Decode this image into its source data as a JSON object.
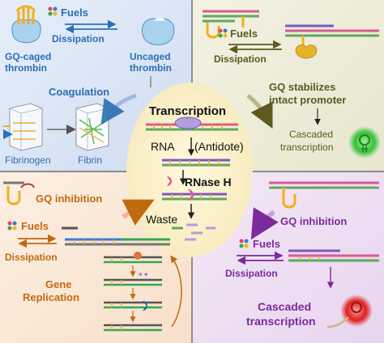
{
  "quadrants": {
    "top_left": {
      "fuels": "Fuels",
      "dissipation": "Dissipation",
      "caged_line1": "GQ-caged",
      "caged_line2": "thrombin",
      "uncaged_line1": "Uncaged",
      "uncaged_line2": "thrombin",
      "coagulation": "Coagulation",
      "fibrinogen": "Fibrinogen",
      "fibrin": "Fibrin"
    },
    "top_right": {
      "fuels": "Fuels",
      "dissipation": "Dissipation",
      "stabilizes_line1": "GQ stabilizes",
      "stabilizes_line2": "intact promoter",
      "cascaded_line1": "Cascaded",
      "cascaded_line2": "transcription"
    },
    "bottom_left": {
      "inhibition": "GQ inhibition",
      "fuels": "Fuels",
      "dissipation": "Dissipation",
      "gene_line1": "Gene",
      "gene_line2": "Replication"
    },
    "bottom_right": {
      "inhibition": "GQ inhibition",
      "fuels": "Fuels",
      "dissipation": "Dissipation",
      "cascaded_line1": "Cascaded",
      "cascaded_line2": "transcription"
    }
  },
  "center": {
    "transcription": "Transcription",
    "rna": "RNA",
    "antidote": "(Antidote)",
    "rnase": "RNase H",
    "waste": "Waste"
  },
  "colors": {
    "blue_text": "#2b6fb3",
    "olive_text": "#5c5a1f",
    "orange_text": "#c06a10",
    "purple_text": "#7d2a9c",
    "center_fill": "#fbf0c8"
  }
}
